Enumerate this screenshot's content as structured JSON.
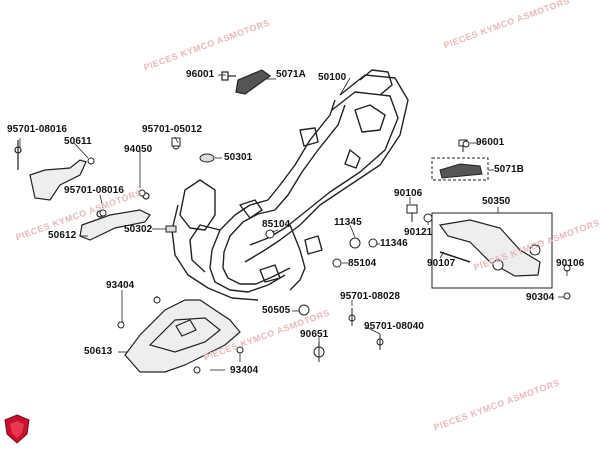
{
  "watermark": {
    "line1": "PIECES KYMCO",
    "line2": "ASMOTORS"
  },
  "labels": {
    "l96001a": "96001",
    "l5071a": "5071A",
    "l50100": "50100",
    "l95701_08016a": "95701-08016",
    "l50611": "50611",
    "l95701_05012": "95701-05012",
    "l94050": "94050",
    "l50301": "50301",
    "l95701_08016b": "95701-08016",
    "l50612": "50612",
    "l50302": "50302",
    "l96001b": "96001",
    "l5071b": "5071B",
    "l90106a": "90106",
    "l50350": "50350",
    "l11345": "11345",
    "l85104a": "85104",
    "l90121": "90121",
    "l11346": "11346",
    "l90107": "90107",
    "l85104b": "85104",
    "l90106b": "90106",
    "l93404a": "93404",
    "l90304": "90304",
    "l95701_08028": "95701-08028",
    "l50505": "50505",
    "l95701_08040": "95701-08040",
    "l90651": "90651",
    "l50613": "50613",
    "l93404b": "93404"
  },
  "colors": {
    "line": "#222222",
    "part": "#f2f2f2",
    "dark": "#444444",
    "logo": "#c8102e"
  }
}
